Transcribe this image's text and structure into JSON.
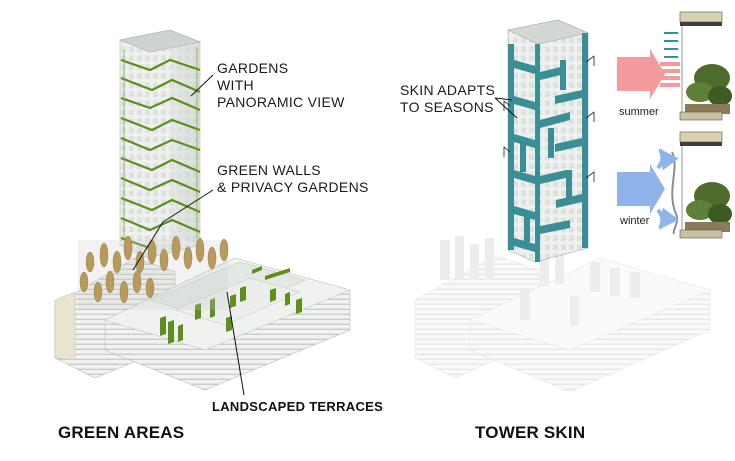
{
  "left_panel": {
    "title": "GREEN AREAS",
    "label_gardens": [
      "GARDENS",
      "WITH",
      "PANORAMIC VIEW"
    ],
    "label_walls": [
      "GREEN WALLS",
      "& PRIVACY GARDENS"
    ],
    "label_terraces": "LANDSCAPED TERRACES"
  },
  "right_panel": {
    "title": "TOWER SKIN",
    "label_skin": [
      "SKIN ADAPTS",
      "TO SEASONS"
    ],
    "season_summer": "summer",
    "season_winter": "winter"
  },
  "colors": {
    "green": "#5e8e1e",
    "teal": "#3a8e96",
    "summer_arrow": "#f59a9d",
    "winter_arrow": "#8fb4ea",
    "building_light": "#e9ece9"
  }
}
